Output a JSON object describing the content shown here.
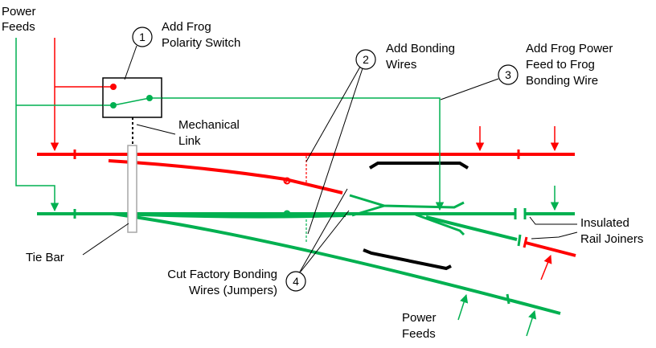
{
  "labels": {
    "power_feeds_top_1": "Power",
    "power_feeds_top_2": "Feeds",
    "step1_line1": "Add Frog",
    "step1_line2": "Polarity Switch",
    "step2_line1": "Add Bonding",
    "step2_line2": "Wires",
    "step3_line1": "Add Frog Power",
    "step3_line2": "Feed to Frog",
    "step3_line3": "Bonding Wire",
    "mech_link_1": "Mechanical",
    "mech_link_2": "Link",
    "insulated_1": "Insulated",
    "insulated_2": "Rail Joiners",
    "tie_bar": "Tie Bar",
    "cut_bonding_1": "Cut Factory Bonding",
    "cut_bonding_2": "Wires (Jumpers)",
    "power_feeds_bottom_1": "Power",
    "power_feeds_bottom_2": "Feeds"
  },
  "callouts": {
    "one": "1",
    "two": "2",
    "three": "3",
    "four": "4"
  },
  "colors": {
    "red_rail": "#ff0000",
    "green_rail": "#00b050",
    "frog": "#000000",
    "tie_bar": "#a6a6a6"
  }
}
